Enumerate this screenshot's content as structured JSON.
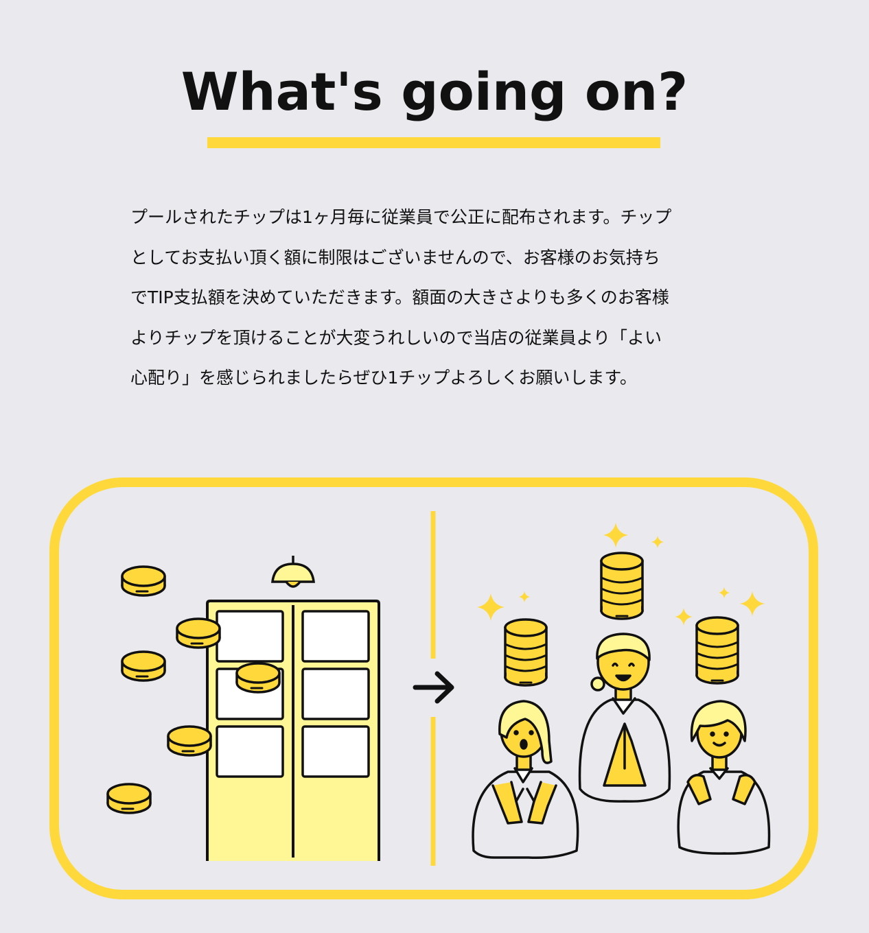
{
  "heading": {
    "title": "What's going on?"
  },
  "description": {
    "lines": [
      "プールされたチップは1ヶ月毎に従業員で公正に配布されます。チップ",
      "としてお支払い頂く額に制限はございませんので、お客様のお気持ち",
      "でTIP支払額を決めていただきます。額面の大きさよりも多くのお客様",
      "よりチップを頂けることが大変うれしいので当店の従業員より「よい",
      "心配り」を感じられましたらぜひ1チップよろしくお願いします。"
    ]
  },
  "illustration": {
    "arrow_icon": "arrow-right-icon",
    "coin_icon": "coin-icon",
    "sparkle_icon": "sparkle-icon",
    "colors": {
      "accent": "#ffd93b",
      "coin": "#ffd93b",
      "door": "#fff796",
      "outline": "#111111",
      "background": "#e9e9ee"
    }
  }
}
